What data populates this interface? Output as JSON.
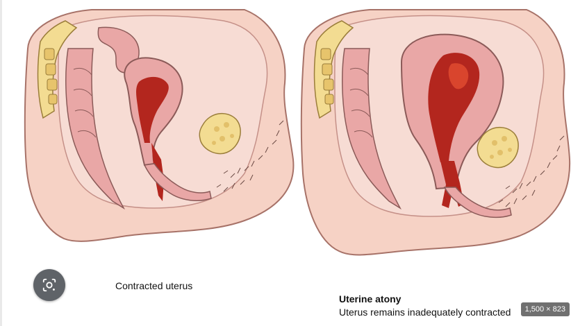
{
  "image": {
    "left_caption": "Contracted uterus",
    "right_caption_title": "Uterine atony",
    "right_caption_subtitle": "Uterus remains inadequately contracted",
    "dimensions_badge": "1,500 × 823"
  },
  "controls": {
    "lens_icon": "google-lens-icon"
  },
  "colors": {
    "skin": "#f6d2c5",
    "tissue": "#e9a7a6",
    "tissue_dark": "#c97173",
    "blood": "#b3261e",
    "bone": "#f3dc92",
    "outline": "#8b5a58",
    "lens_bg": "#5f6368"
  }
}
